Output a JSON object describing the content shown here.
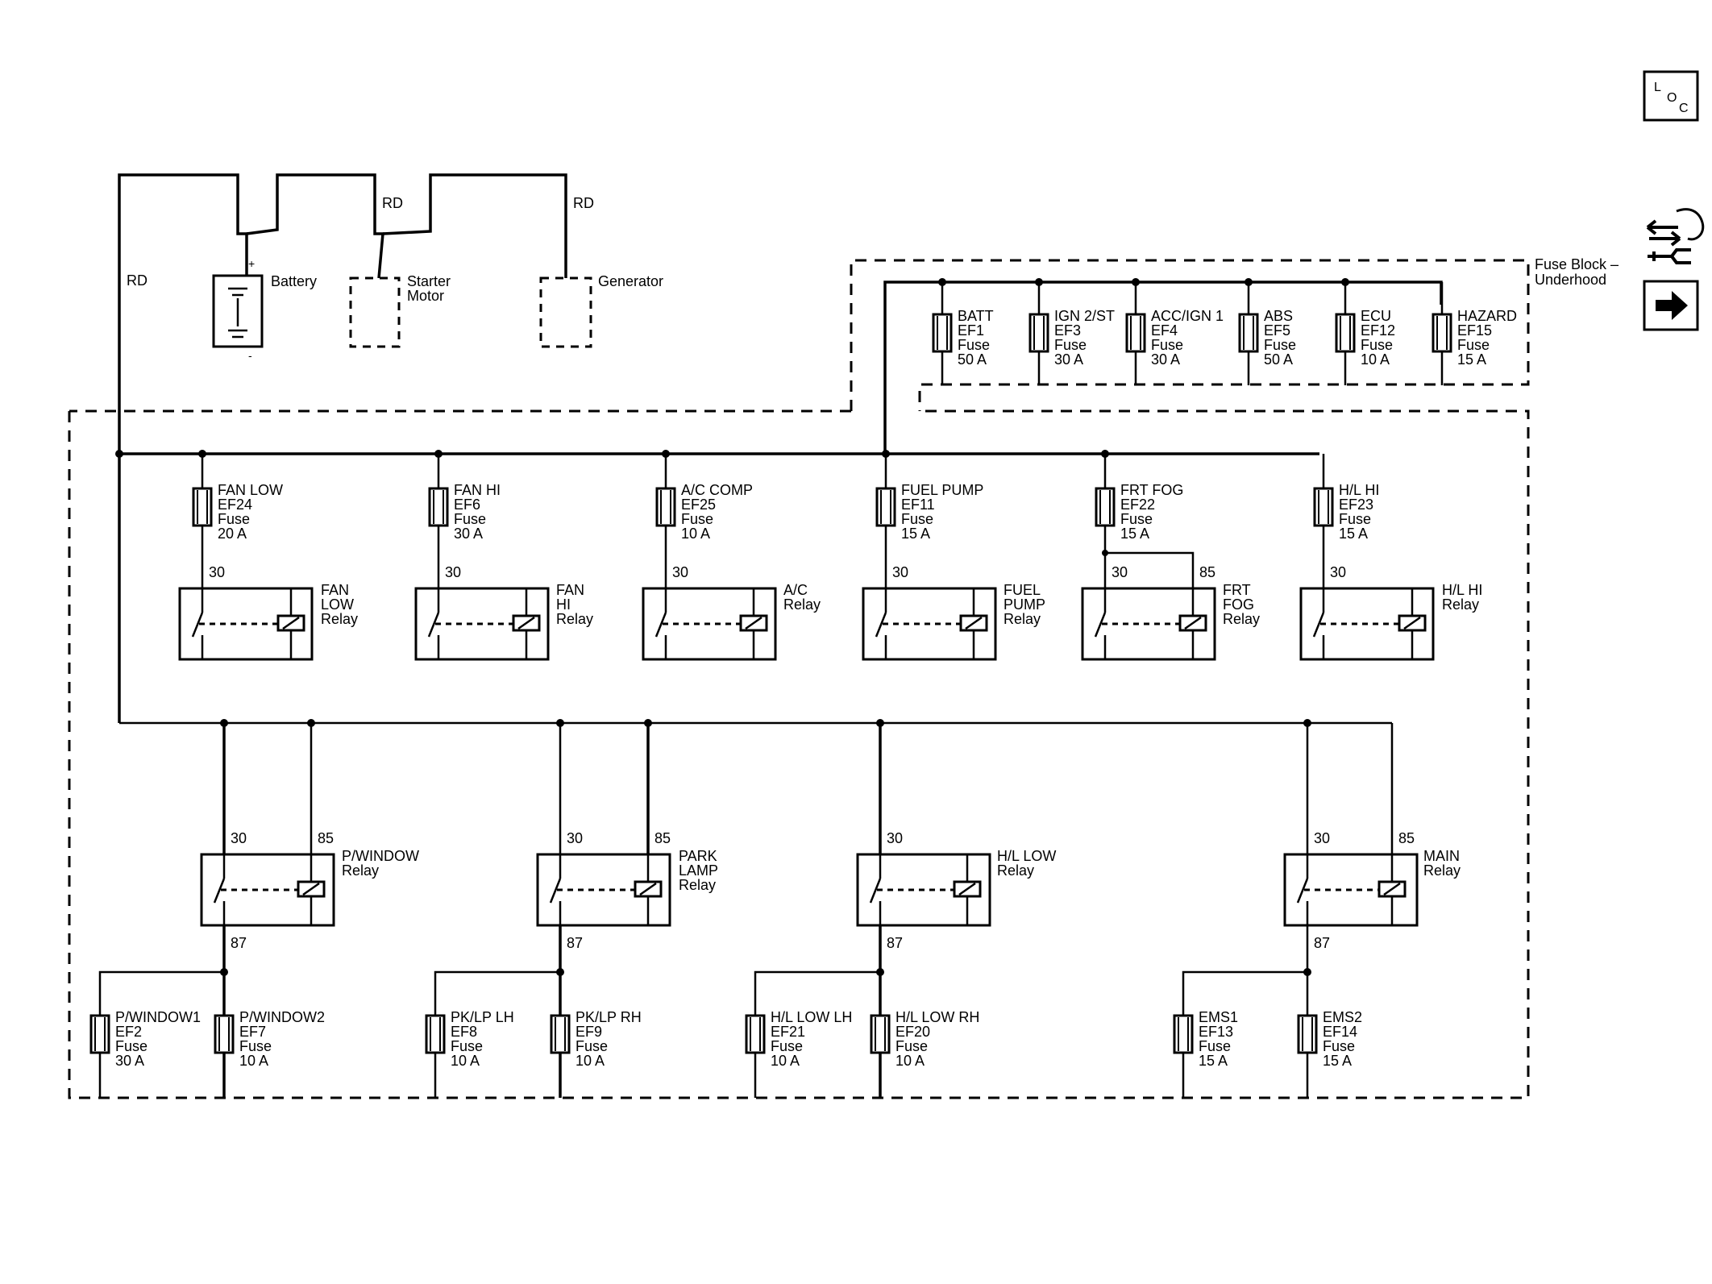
{
  "wire_labels": [
    {
      "id": "rd-main",
      "text": "RD"
    },
    {
      "id": "rd-starter",
      "text": "RD"
    },
    {
      "id": "rd-generator",
      "text": "RD"
    }
  ],
  "components": {
    "battery": {
      "label": "Battery",
      "plus": "+",
      "minus": "-"
    },
    "starter": {
      "line1": "Starter",
      "line2": "Motor"
    },
    "generator": {
      "label": "Generator"
    }
  },
  "fuse_block": {
    "line1": "Fuse Block –",
    "line2": "Underhood"
  },
  "icons": {
    "loc": {
      "l": "L",
      "o": "O",
      "c": "C"
    },
    "service": "connector-service-icon",
    "next": "arrow-right-icon"
  },
  "top_fuses": [
    {
      "name": "BATT",
      "id": "EF1",
      "type": "Fuse",
      "rating": "50 A"
    },
    {
      "name": "IGN 2/ST",
      "id": "EF3",
      "type": "Fuse",
      "rating": "30 A"
    },
    {
      "name": "ACC/IGN 1",
      "id": "EF4",
      "type": "Fuse",
      "rating": "30 A"
    },
    {
      "name": "ABS",
      "id": "EF5",
      "type": "Fuse",
      "rating": "50 A"
    },
    {
      "name": "ECU",
      "id": "EF12",
      "type": "Fuse",
      "rating": "10 A"
    },
    {
      "name": "HAZARD",
      "id": "EF15",
      "type": "Fuse",
      "rating": "15 A"
    }
  ],
  "mid_fuses": [
    {
      "name": "FAN LOW",
      "id": "EF24",
      "type": "Fuse",
      "rating": "20 A"
    },
    {
      "name": "FAN HI",
      "id": "EF6",
      "type": "Fuse",
      "rating": "30 A"
    },
    {
      "name": "A/C COMP",
      "id": "EF25",
      "type": "Fuse",
      "rating": "10 A"
    },
    {
      "name": "FUEL PUMP",
      "id": "EF11",
      "type": "Fuse",
      "rating": "15 A"
    },
    {
      "name": "FRT FOG",
      "id": "EF22",
      "type": "Fuse",
      "rating": "15 A"
    },
    {
      "name": "H/L HI",
      "id": "EF23",
      "type": "Fuse",
      "rating": "15 A"
    }
  ],
  "mid_relays": [
    {
      "lines": [
        "FAN",
        "LOW",
        "Relay"
      ],
      "pin30": "30",
      "pin85": ""
    },
    {
      "lines": [
        "FAN",
        "HI",
        "Relay"
      ],
      "pin30": "30",
      "pin85": ""
    },
    {
      "lines": [
        "A/C",
        "Relay"
      ],
      "pin30": "30",
      "pin85": ""
    },
    {
      "lines": [
        "FUEL",
        "PUMP",
        "Relay"
      ],
      "pin30": "30",
      "pin85": ""
    },
    {
      "lines": [
        "FRT",
        "FOG",
        "Relay"
      ],
      "pin30": "30",
      "pin85": "85"
    },
    {
      "lines": [
        "H/L HI",
        "Relay"
      ],
      "pin30": "30",
      "pin85": ""
    }
  ],
  "low_relays": [
    {
      "lines": [
        "P/WINDOW",
        "Relay"
      ],
      "pin30": "30",
      "pin85": "85",
      "pin87": "87"
    },
    {
      "lines": [
        "PARK",
        "LAMP",
        "Relay"
      ],
      "pin30": "30",
      "pin85": "85",
      "pin87": "87"
    },
    {
      "lines": [
        "H/L LOW",
        "Relay"
      ],
      "pin30": "30",
      "pin85": "",
      "pin87": "87"
    },
    {
      "lines": [
        "MAIN",
        "Relay"
      ],
      "pin30": "30",
      "pin85": "85",
      "pin87": "87"
    }
  ],
  "bottom_fuses": [
    {
      "name": "P/WINDOW1",
      "id": "EF2",
      "type": "Fuse",
      "rating": "30 A"
    },
    {
      "name": "P/WINDOW2",
      "id": "EF7",
      "type": "Fuse",
      "rating": "10 A"
    },
    {
      "name": "PK/LP LH",
      "id": "EF8",
      "type": "Fuse",
      "rating": "10 A"
    },
    {
      "name": "PK/LP RH",
      "id": "EF9",
      "type": "Fuse",
      "rating": "10 A"
    },
    {
      "name": "H/L LOW LH",
      "id": "EF21",
      "type": "Fuse",
      "rating": "10 A"
    },
    {
      "name": "H/L LOW RH",
      "id": "EF20",
      "type": "Fuse",
      "rating": "10 A"
    },
    {
      "name": "EMS1",
      "id": "EF13",
      "type": "Fuse",
      "rating": "15 A"
    },
    {
      "name": "EMS2",
      "id": "EF14",
      "type": "Fuse",
      "rating": "15 A"
    }
  ]
}
